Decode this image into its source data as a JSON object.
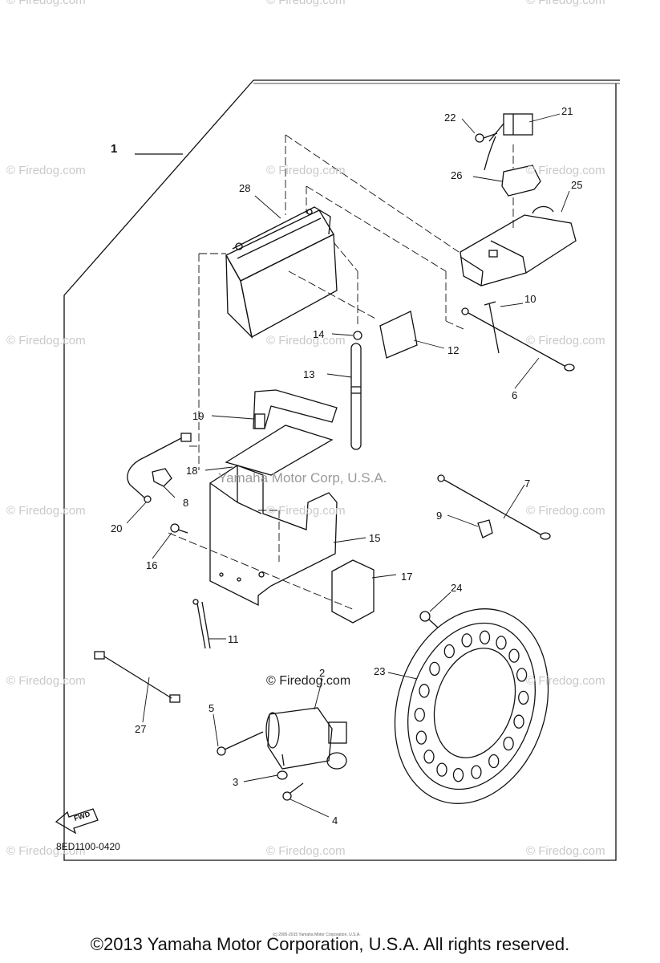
{
  "watermark": "© Firedog.com",
  "center_watermark": "© Firedog.com",
  "mid_watermark": "Yamaha Motor Corp, U.S.A.",
  "diagram_code": "8ED1100-0420",
  "fwd_label": "FWD",
  "footer_small": "(c) 2005-2015 Yamaha Motor Corporation, U.S.A.",
  "footer": "©2013 Yamaha Motor Corporation, U.S.A. All rights reserved.",
  "callouts": {
    "c1": "1",
    "c2": "2",
    "c3": "3",
    "c4": "4",
    "c5": "5",
    "c6": "6",
    "c7": "7",
    "c8": "8",
    "c9": "9",
    "c10": "10",
    "c11": "11",
    "c12": "12",
    "c13": "13",
    "c14": "14",
    "c15": "15",
    "c16": "16",
    "c17": "17",
    "c18": "18",
    "c19": "19",
    "c20": "20",
    "c21": "21",
    "c22": "22",
    "c23": "23",
    "c24": "24",
    "c25": "25",
    "c26": "26",
    "c27": "27",
    "c28": "28"
  }
}
